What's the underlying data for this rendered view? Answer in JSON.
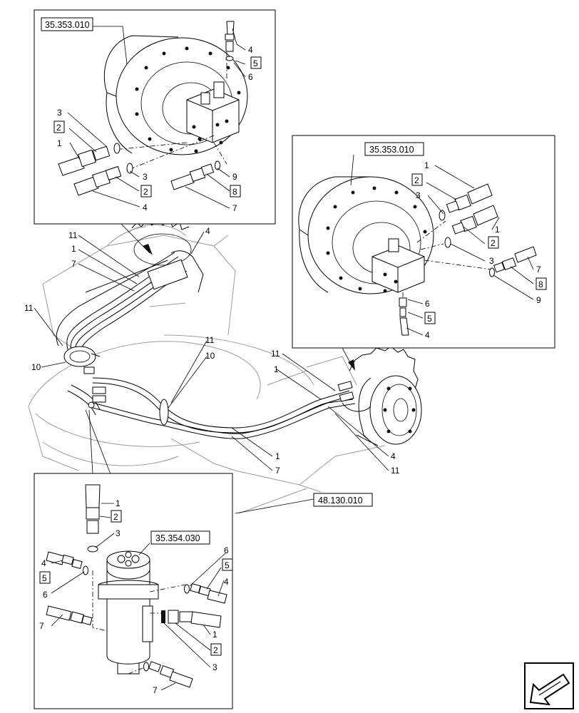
{
  "references": {
    "top_left": "35.353.010",
    "right": "35.353.010",
    "main": "48.130.010",
    "swivel": "35.354.030"
  },
  "callouts": {
    "tl_4": "4",
    "tl_5": "5",
    "tl_6": "6",
    "tl_3a": "3",
    "tl_2a": "2",
    "tl_1a": "1",
    "tl_3b": "3",
    "tl_2b": "2",
    "tl_4b": "4",
    "tl_9": "9",
    "tl_8": "8",
    "tl_7": "7",
    "r_1a": "1",
    "r_2a": "2",
    "r_3a": "3",
    "r_1b": "1",
    "r_2b": "2",
    "r_3b": "3",
    "r_7": "7",
    "r_8": "8",
    "r_9": "9",
    "r_6": "6",
    "r_5": "5",
    "r_4": "4",
    "m_11a": "11",
    "m_1a": "1",
    "m_7a": "7",
    "m_4": "4",
    "m_11b": "11",
    "m_10a": "10",
    "m_11c": "11",
    "m_10b": "10",
    "m_11d": "11",
    "m_1b": "1",
    "m_1c": "1",
    "m_7b": "7",
    "m_4b": "4",
    "m_11e": "11",
    "b_1": "1",
    "b_2": "2",
    "b_3": "3",
    "b_4": "4",
    "b_5": "5",
    "b_6": "6",
    "b_7": "7",
    "b_6r": "6",
    "b_5r": "5",
    "b_4r": "4",
    "b_1r": "1",
    "b_2r": "2",
    "b_3r": "3",
    "b_7r": "7"
  },
  "icons": {
    "corner": "direction-arrow-icon"
  }
}
